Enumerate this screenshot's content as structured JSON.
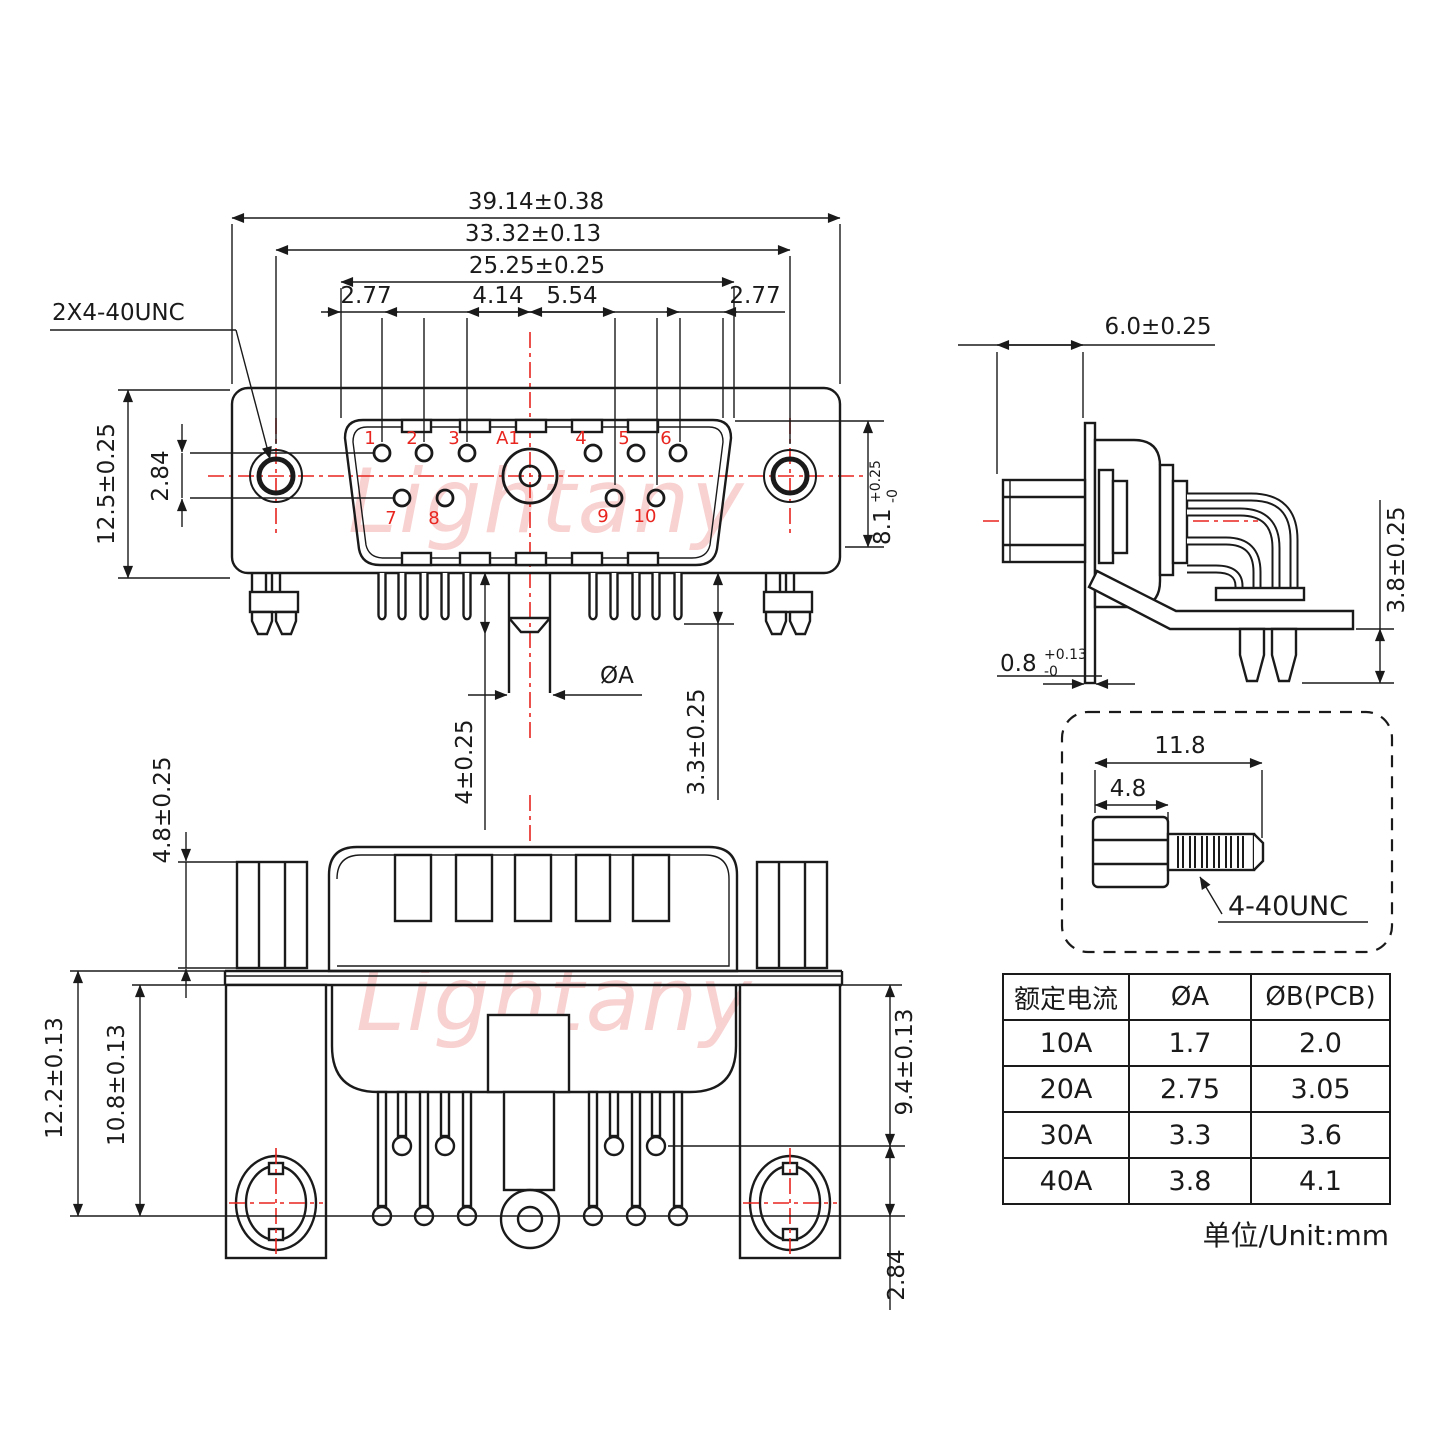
{
  "watermark": {
    "text": "Lightany"
  },
  "front_view": {
    "dim_overall_width": "39.14±0.38",
    "dim_mount_span": "33.32±0.13",
    "dim_pin_field": "25.25±0.25",
    "dim_pitch_left": "2.77",
    "dim_pitch_a1_left": "4.14",
    "dim_pitch_a1_right": "5.54",
    "dim_pitch_right": "2.77",
    "dim_body_height": "12.5±0.25",
    "dim_row_offset": "2.84",
    "dim_shell_height": "8.1",
    "dim_shell_height_tol_plus": "+0.25",
    "dim_shell_height_tol_minus": "-0",
    "thread_label": "2X4-40UNC",
    "dia_a_label": "ØA",
    "dim_center_pin_len": "4±0.25",
    "dim_pin_len": "3.3±0.25",
    "pins_top": [
      "1",
      "2",
      "3",
      "A1",
      "4",
      "5",
      "6"
    ],
    "pins_bottom": [
      "7",
      "8",
      "9",
      "10"
    ]
  },
  "side_view": {
    "dim_depth": "6.0±0.25",
    "dim_pin_standoff": "3.8±0.25",
    "dim_flange_thickness": "0.8",
    "dim_flange_tol_plus": "+0.13",
    "dim_flange_tol_minus": "-0"
  },
  "bottom_view": {
    "dim_nut_height": "4.8±0.25",
    "dim_total_height": "12.2±0.13",
    "dim_mount_height": "10.8±0.13",
    "dim_upper_row": "9.4±0.13",
    "dim_row_offset": "2.84"
  },
  "screw_detail": {
    "dim_total_length": "11.8",
    "dim_head_length": "4.8",
    "thread_label": "4-40UNC"
  },
  "spec_table": {
    "headers": [
      "额定电流",
      "ØA",
      "ØB(PCB)"
    ],
    "rows": [
      [
        "10A",
        "1.7",
        "2.0"
      ],
      [
        "20A",
        "2.75",
        "3.05"
      ],
      [
        "30A",
        "3.3",
        "3.6"
      ],
      [
        "40A",
        "3.8",
        "4.1"
      ]
    ],
    "unit_note": "单位/Unit:mm"
  }
}
